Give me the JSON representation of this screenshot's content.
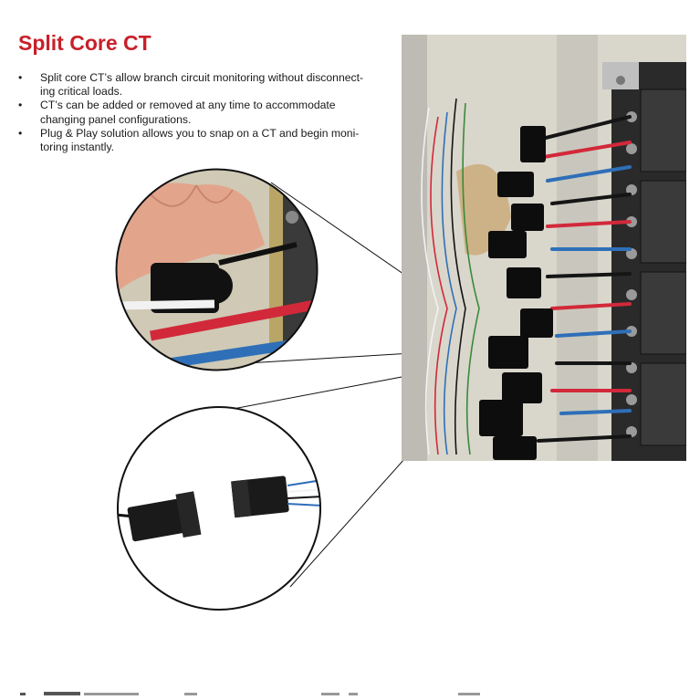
{
  "document": {
    "title": "Split Core CT",
    "bullet_marker": "•",
    "bullets": [
      "Split core CT’s allow branch circuit monitoring without disconnect-ing critical loads.",
      "CT’s can be added or removed at any time to accommodate changing panel configurations.",
      "Plug & Play solution allows you to snap on a CT and begin moni-toring instantly."
    ],
    "bullet_lines": [
      [
        "Split core CT’s allow branch circuit monitoring without disconnect-",
        "ing critical loads."
      ],
      [
        "CT’s can be added or removed at any time to accommodate",
        "changing panel configurations."
      ],
      [
        "Plug & Play solution allows you to snap on a CT and begin moni-",
        "toring instantly."
      ]
    ]
  },
  "colors": {
    "title": "#c8202a",
    "body_text": "#1a1a1a",
    "panel_background": "#d9d6cc",
    "wire_red": "#d2293a",
    "wire_blue": "#2f6fb8",
    "wire_black": "#151515",
    "wire_white": "#f2f2f2"
  },
  "figures": {
    "panel_photo": "electrical-panel-with-split-core-cts",
    "zoom_top": "hand-clipping-ct-onto-wire",
    "zoom_bottom": "plug-and-play-connector-pair"
  }
}
